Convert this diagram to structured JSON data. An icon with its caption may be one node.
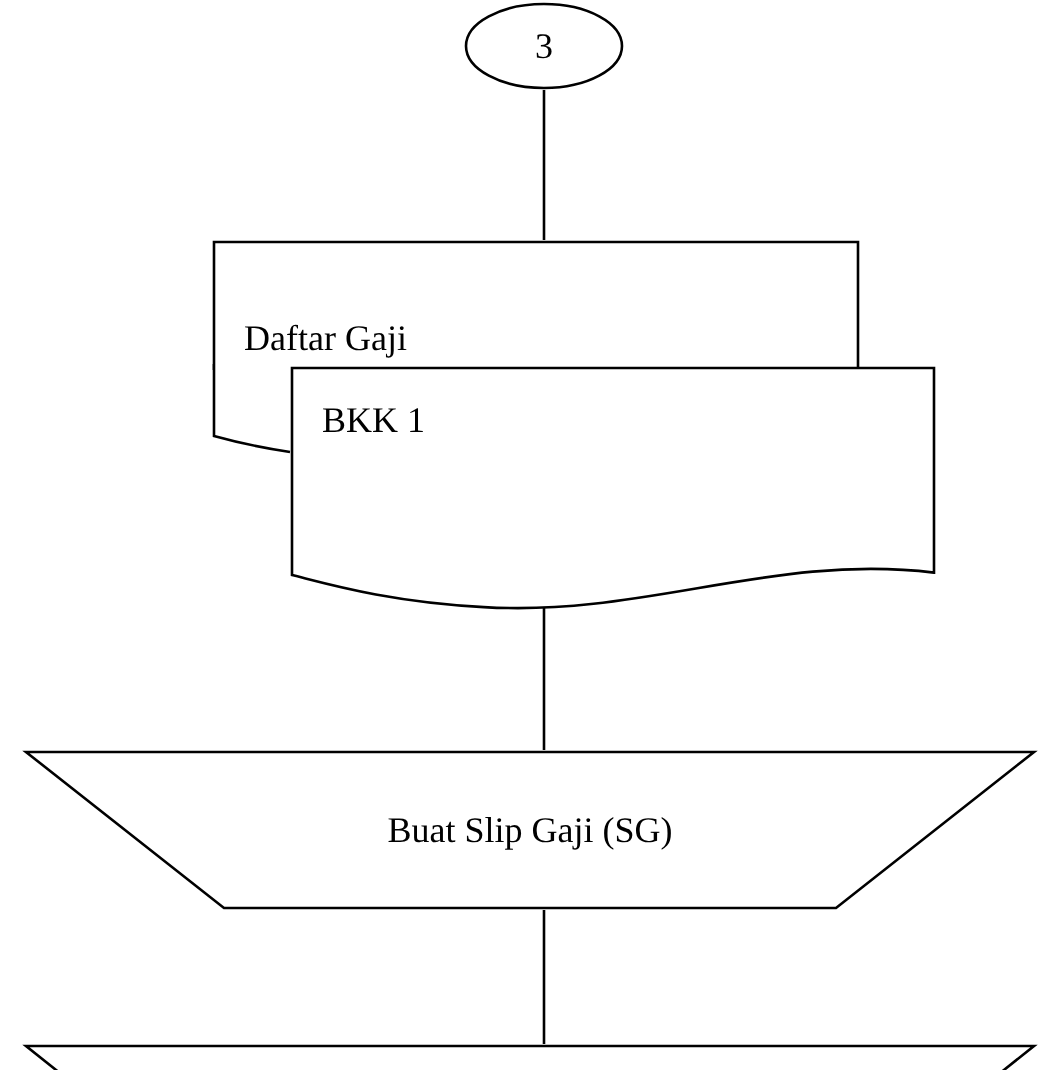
{
  "diagram": {
    "nodes": [
      {
        "text": [
          "3"
        ]
      },
      {
        "text": [
          "Daftar Gaji"
        ]
      },
      {
        "text": [
          "BKK 1"
        ]
      },
      {
        "text": [
          "Buat Slip Gaji (SG)"
        ]
      },
      {
        "text": [],
        "shape": "trapezoid"
      }
    ],
    "edges": [
      {
        "from": 0,
        "to": 1,
        "arrow": "none"
      },
      {
        "from": 2,
        "to": 3,
        "arrow": "none"
      },
      {
        "from": 3,
        "to": 4,
        "arrow": "none"
      }
    ]
  }
}
